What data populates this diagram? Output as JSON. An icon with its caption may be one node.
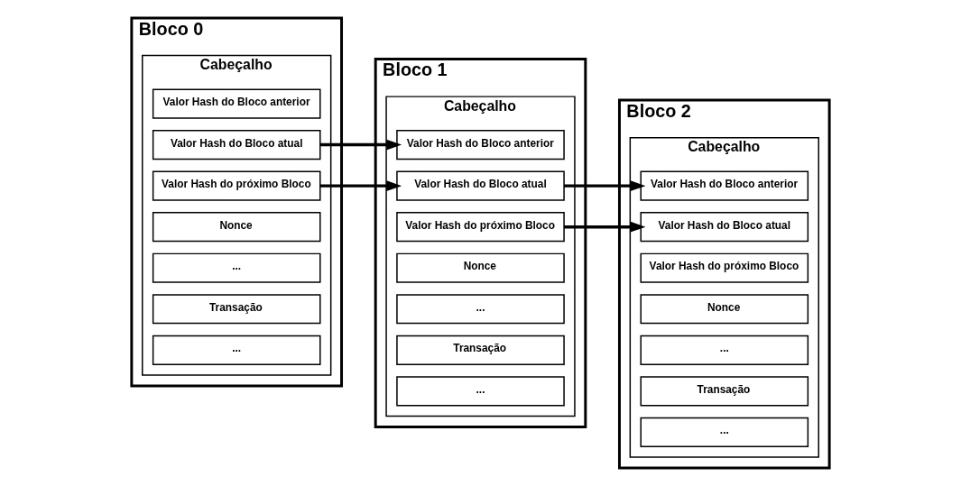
{
  "diagram": {
    "nodes": [
      {
        "text": [
          "Bloco 0"
        ]
      },
      {
        "text": [
          "Cabeçalho"
        ],
        "in": 0
      },
      {
        "text": [
          "Valor Hash do Bloco anterior"
        ],
        "in": 1
      },
      {
        "text": [
          "Valor Hash do Bloco atual"
        ],
        "in": 1
      },
      {
        "text": [
          "Valor Hash do próximo Bloco"
        ],
        "in": 1
      },
      {
        "text": [
          "Nonce"
        ],
        "in": 1
      },
      {
        "text": [
          "..."
        ],
        "in": 1
      },
      {
        "text": [
          "Transação"
        ],
        "in": 1
      },
      {
        "text": [
          "..."
        ],
        "in": 1
      },
      {
        "text": [
          "Bloco 1"
        ]
      },
      {
        "text": [
          "Cabeçalho"
        ],
        "in": 9
      },
      {
        "text": [
          "Valor Hash do Bloco anterior"
        ],
        "in": 10
      },
      {
        "text": [
          "Valor Hash do Bloco atual"
        ],
        "in": 10
      },
      {
        "text": [
          "Valor Hash do próximo Bloco"
        ],
        "in": 10
      },
      {
        "text": [
          "Nonce"
        ],
        "in": 10
      },
      {
        "text": [
          "..."
        ],
        "in": 10
      },
      {
        "text": [
          "Transação"
        ],
        "in": 10
      },
      {
        "text": [
          "..."
        ],
        "in": 10
      },
      {
        "text": [
          "Bloco 2"
        ]
      },
      {
        "text": [
          "Cabeçalho"
        ],
        "in": 18
      },
      {
        "text": [
          "Valor Hash do Bloco anterior"
        ],
        "in": 19
      },
      {
        "text": [
          "Valor Hash do Bloco atual"
        ],
        "in": 19
      },
      {
        "text": [
          "Valor Hash do próximo Bloco"
        ],
        "in": 19
      },
      {
        "text": [
          "Nonce"
        ],
        "in": 19
      },
      {
        "text": [
          "..."
        ],
        "in": 19
      },
      {
        "text": [
          "Transação"
        ],
        "in": 19
      },
      {
        "text": [
          "..."
        ],
        "in": 19
      }
    ],
    "edges": [
      {
        "from": 3,
        "to": 11,
        "arrow": "to"
      },
      {
        "from": 4,
        "to": 12,
        "arrow": "to"
      },
      {
        "from": 12,
        "to": 20,
        "arrow": "to"
      },
      {
        "from": 13,
        "to": 21,
        "arrow": "to"
      }
    ]
  }
}
